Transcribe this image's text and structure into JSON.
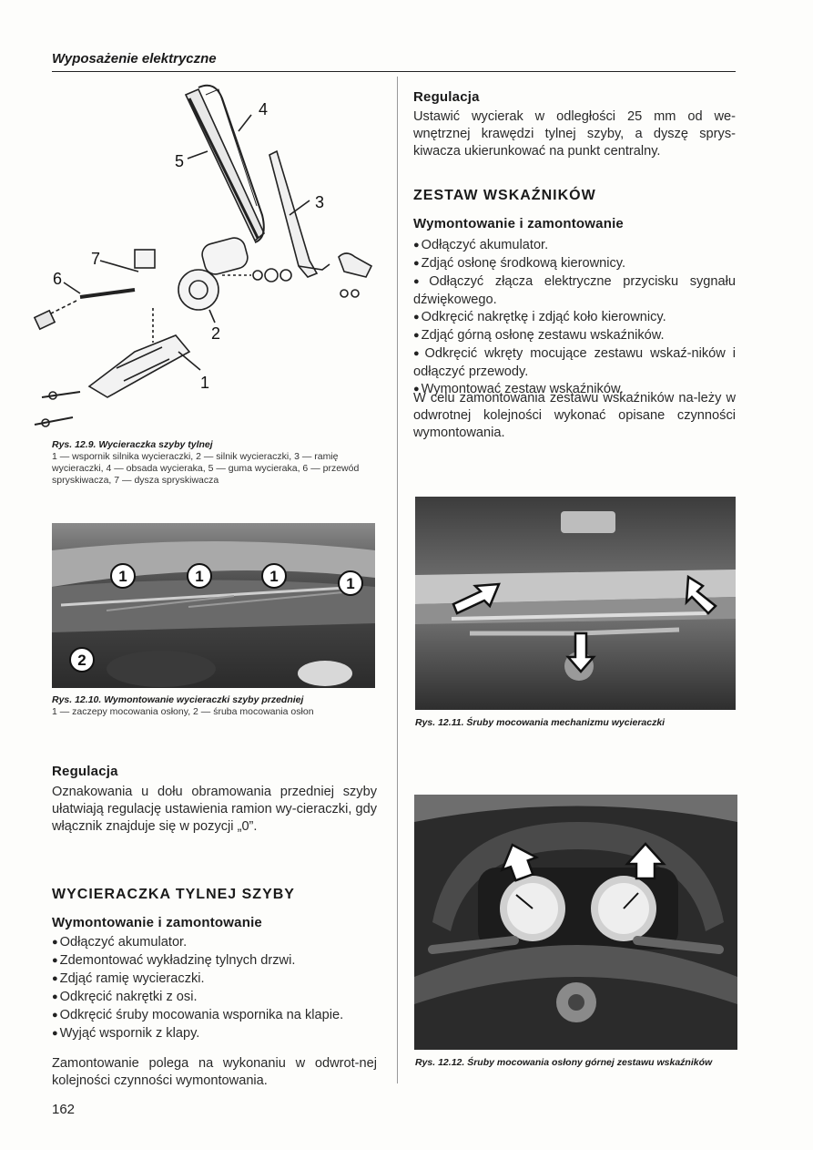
{
  "running_head": "Wyposażenie elektryczne",
  "page_number": "162",
  "fig_12_9": {
    "labels": [
      "1",
      "2",
      "3",
      "4",
      "5",
      "6",
      "7"
    ],
    "title": "Rys. 12.9. Wycieraczka szyby tylnej",
    "text": "1 — wspornik silnika wycieraczki, 2 — silnik wycieraczki, 3 — ramię wycieraczki, 4 — obsada wycieraka, 5 — guma wycieraka, 6 — przewód spryskiwacza, 7 — dysza spryskiwacza"
  },
  "fig_12_10": {
    "labels": [
      "1",
      "1",
      "1",
      "1",
      "2"
    ],
    "title": "Rys. 12.10. Wymontowanie wycieraczki szyby przedniej",
    "text": "1 — zaczepy mocowania osłony, 2 — śruba mocowania osłon"
  },
  "left_regulacja": {
    "heading": "Regulacja",
    "text": "Oznakowania u dołu obramowania przedniej szyby ułatwiają regulację ustawienia ramion wy-cieraczki, gdy włącznik znajduje się w pozycji „0”."
  },
  "rear_wiper": {
    "heading": "WYCIERACZKA TYLNEJ SZYBY",
    "subheading": "Wymontowanie i zamontowanie",
    "steps": [
      "Odłączyć akumulator.",
      "Zdemontować wykładzinę tylnych drzwi.",
      "Zdjąć ramię wycieraczki.",
      "Odkręcić nakrętki z osi.",
      "Odkręcić śruby mocowania wspornika na klapie.",
      "Wyjąć wspornik z klapy."
    ],
    "closing": "Zamontowanie polega na wykonaniu w odwrot-nej kolejności czynności wymontowania."
  },
  "right_regulacja": {
    "heading": "Regulacja",
    "text": "Ustawić wycierak w odległości 25 mm od we-wnętrznej krawędzi tylnej szyby, a dyszę sprys-kiwacza ukierunkować na punkt centralny."
  },
  "instrument_cluster": {
    "heading": "ZESTAW WSKAŹNIKÓW",
    "subheading": "Wymontowanie i zamontowanie",
    "steps": [
      "Odłączyć akumulator.",
      "Zdjąć osłonę środkową kierownicy.",
      "Odłączyć złącza elektryczne przycisku sygnału dźwiękowego.",
      "Odkręcić nakrętkę i zdjąć koło kierownicy.",
      "Zdjąć górną osłonę zestawu wskaźników.",
      "Odkręcić wkręty mocujące zestawu wskaź-ników i odłączyć przewody.",
      "Wymontować zestaw wskaźników."
    ],
    "closing": "W celu zamontowania zestawu wskaźników na-leży w odwrotnej kolejności wykonać opisane czynności wymontowania."
  },
  "fig_12_11": {
    "title": "Rys. 12.11. Śruby mocowania mechanizmu wycieraczki"
  },
  "fig_12_12": {
    "title": "Rys. 12.12. Śruby mocowania osłony górnej zestawu wskaźników"
  }
}
